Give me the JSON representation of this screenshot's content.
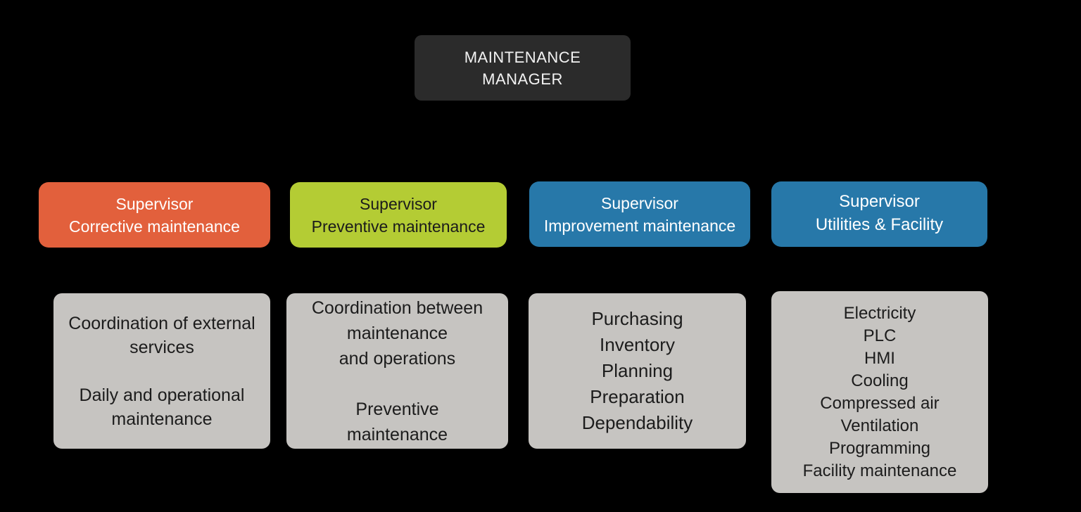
{
  "diagram": {
    "type": "org-chart",
    "background": "#000000",
    "manager": {
      "label": "MAINTENANCE\nMANAGER",
      "bg": "#2b2b2b",
      "text_color": "#f2f2f2"
    },
    "supervisors": [
      {
        "role": "Supervisor",
        "area": "Corrective maintenance",
        "label": "Supervisor\nCorrective maintenance",
        "bg": "#e2603c",
        "text_color": "#ffffff"
      },
      {
        "role": "Supervisor",
        "area": "Preventive maintenance",
        "label": "Supervisor\nPreventive maintenance",
        "bg": "#b4cc34",
        "text_color": "#1b1b1b"
      },
      {
        "role": "Supervisor",
        "area": "Improvement maintenance",
        "label": "Supervisor\nImprovement maintenance",
        "bg": "#2778a9",
        "text_color": "#ffffff"
      },
      {
        "role": "Supervisor",
        "area": "Utilities & Facility",
        "label": "Supervisor\nUtilities & Facility",
        "bg": "#2778a9",
        "text_color": "#ffffff"
      }
    ],
    "responsibilities": [
      {
        "parent": "Corrective maintenance",
        "items": [
          "Coordination of external services",
          "Daily and operational maintenance"
        ],
        "text": "Coordination of external\nservices\n\nDaily and operational\nmaintenance",
        "bg": "#c6c4c1",
        "text_color": "#1c1c1c"
      },
      {
        "parent": "Preventive maintenance",
        "items": [
          "Coordination between maintenance and operations",
          "Preventive maintenance"
        ],
        "text": "Coordination between\nmaintenance\nand operations\n\nPreventive\nmaintenance",
        "bg": "#c6c4c1",
        "text_color": "#1c1c1c"
      },
      {
        "parent": "Improvement maintenance",
        "items": [
          "Purchasing",
          "Inventory",
          "Planning",
          "Preparation",
          "Dependability"
        ],
        "text": "Purchasing\nInventory\nPlanning\nPreparation\nDependability",
        "bg": "#c6c4c1",
        "text_color": "#1c1c1c"
      },
      {
        "parent": "Utilities & Facility",
        "items": [
          "Electricity",
          "PLC",
          "HMI",
          "Cooling",
          "Compressed air",
          "Ventilation",
          "Programming",
          "Facility maintenance"
        ],
        "text": "Electricity\nPLC\nHMI\nCooling\nCompressed air\nVentilation\nProgramming\nFacility maintenance",
        "bg": "#c6c4c1",
        "text_color": "#1c1c1c"
      }
    ]
  }
}
